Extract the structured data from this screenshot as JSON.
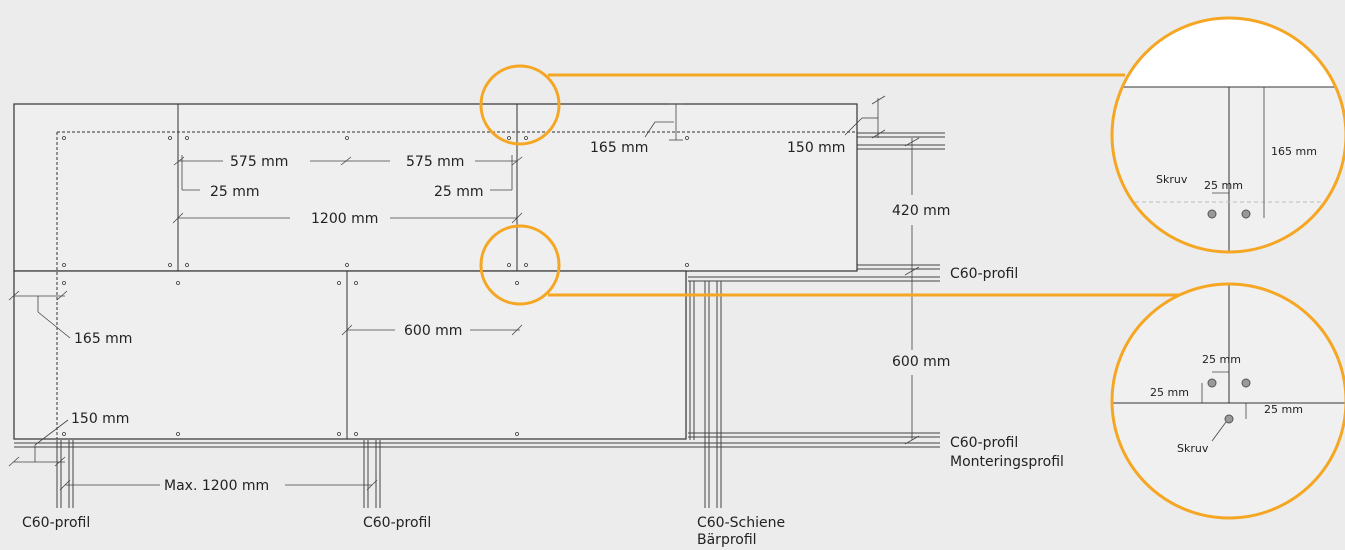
{
  "colors": {
    "accent": "#f5a623",
    "line": "#333333",
    "panel": "#efefef",
    "background": "#ececec"
  },
  "labels": {
    "dim_575_a": "575 mm",
    "dim_575_b": "575 mm",
    "dim_25_a": "25 mm",
    "dim_25_b": "25 mm",
    "dim_1200": "1200 mm",
    "dim_165_top": "165 mm",
    "dim_150_top": "150 mm",
    "dim_420": "420 mm",
    "profile_c60_mid": "C60-profil",
    "dim_600_horizontal": "600 mm",
    "dim_165_left": "165 mm",
    "dim_600_vertical": "600 mm",
    "dim_150_left": "150 mm",
    "profile_c60_bottom": "C60-profil",
    "mounting_profile": "Monteringsprofil",
    "dim_max_1200": "Max. 1200 mm",
    "profile_c60_left": "C60-profil",
    "profile_c60_center": "C60-profil",
    "profile_c60_schiene": "C60-Schiene",
    "profile_barprofil": "Bärprofil"
  },
  "detail_top": {
    "screw_label": "Skruv",
    "dim_25": "25 mm",
    "dim_165": "165 mm"
  },
  "detail_bottom": {
    "dim_25_top": "25 mm",
    "dim_25_left": "25 mm",
    "dim_25_right": "25 mm",
    "screw_label": "Skruv"
  }
}
